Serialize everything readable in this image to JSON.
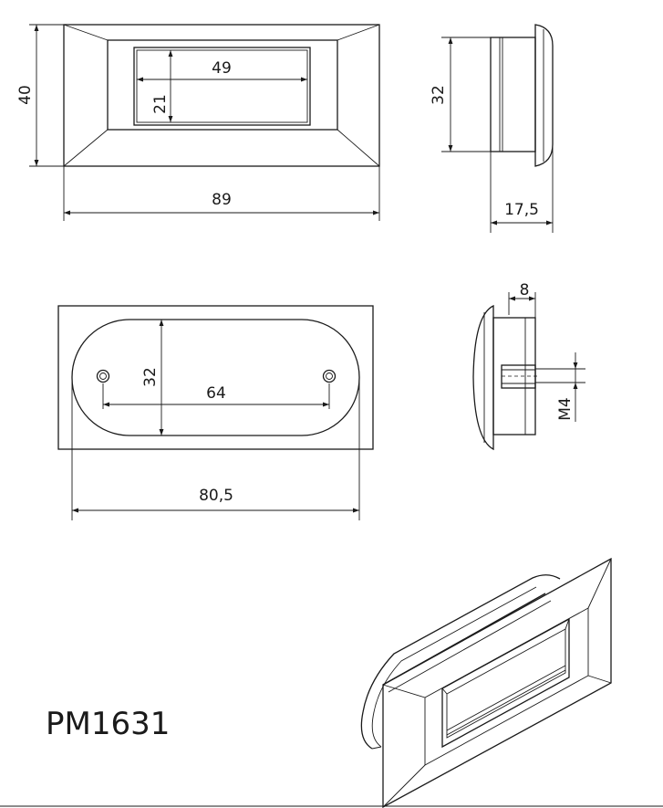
{
  "part_code": "PM1631",
  "dimensions": {
    "front_height": "40",
    "front_width": "89",
    "inner_width": "49",
    "inner_height": "21",
    "side_height": "32",
    "side_depth": "17,5",
    "back_height": "32",
    "hole_spacing": "64",
    "back_width": "80,5",
    "boss_depth": "8",
    "thread": "M4"
  }
}
